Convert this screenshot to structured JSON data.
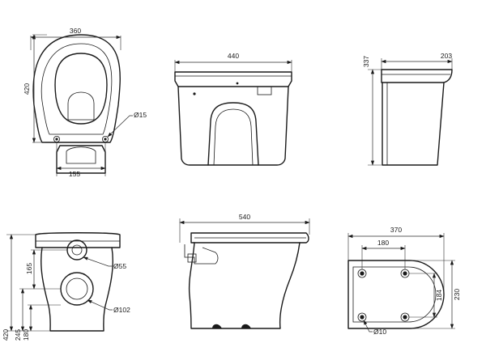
{
  "views": {
    "top_view": {
      "width_label": "360",
      "depth_label": "420",
      "hole_label": "Ø15",
      "hole_spacing_label": "155"
    },
    "front_view": {
      "width_label": "440"
    },
    "side_view": {
      "height_label": "337",
      "depth_label": "203"
    },
    "rear_view": {
      "height_label": "420",
      "inlet_height_label": "165",
      "outlet_height_label": "245",
      "outlet_low_label": "180",
      "inlet_diameter_label": "Ø55",
      "outlet_diameter_label": "Ø102"
    },
    "profile_view": {
      "length_label": "540"
    },
    "base_view": {
      "length_label": "370",
      "spacing_label": "180",
      "width_label": "230",
      "inner_width_label": "184",
      "hole_label": "Ø10"
    }
  }
}
